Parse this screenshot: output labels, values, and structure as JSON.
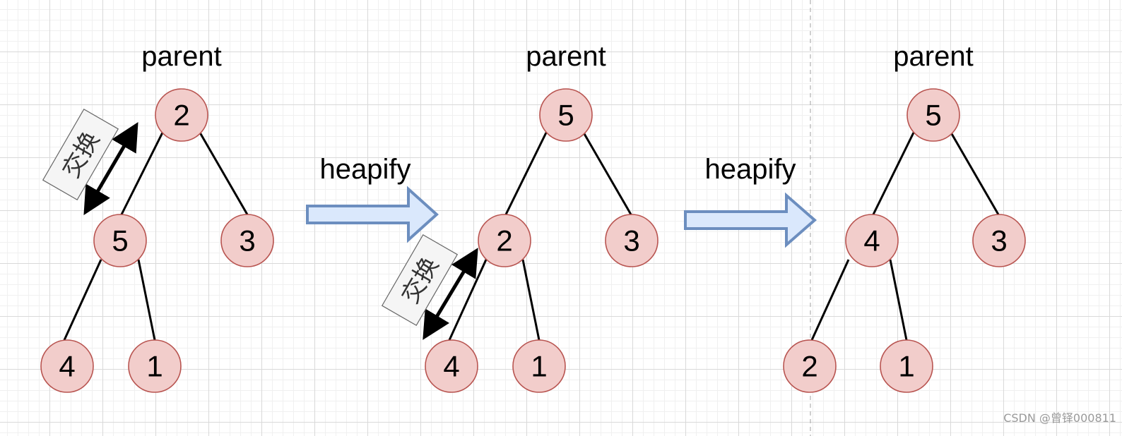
{
  "panels": [
    {
      "label": "parent",
      "nodes": {
        "root": "2",
        "left": "5",
        "right": "3",
        "left_left": "4",
        "left_right": "1"
      },
      "swap_label": "交换"
    },
    {
      "label": "parent",
      "nodes": {
        "root": "5",
        "left": "2",
        "right": "3",
        "left_left": "4",
        "left_right": "1"
      },
      "swap_label": "交换"
    },
    {
      "label": "parent",
      "nodes": {
        "root": "5",
        "left": "4",
        "right": "3",
        "left_left": "2",
        "left_right": "1"
      }
    }
  ],
  "arrows": [
    {
      "label": "heapify"
    },
    {
      "label": "heapify"
    }
  ],
  "colors": {
    "node_fill": "#f2cdcb",
    "node_stroke": "#b85450",
    "arrow_fill": "#dae8fc",
    "arrow_stroke": "#6c8ebf",
    "swap_box_fill": "#f5f5f5"
  },
  "watermark": "CSDN @曾铎000811"
}
